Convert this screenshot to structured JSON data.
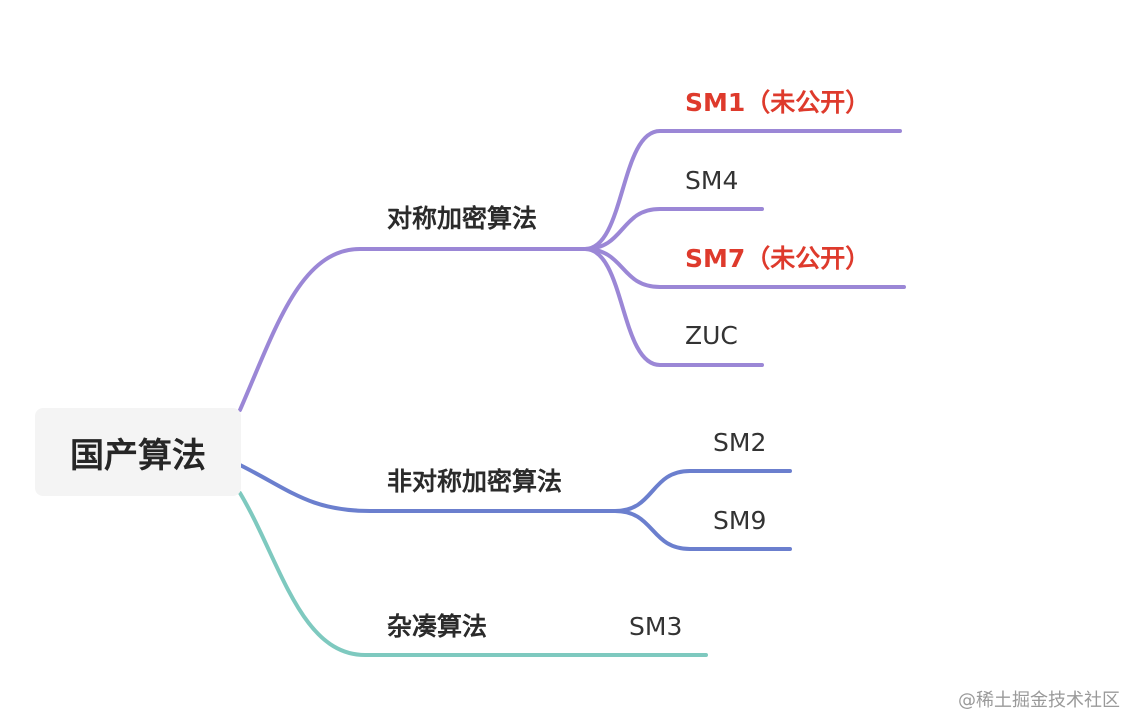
{
  "root": {
    "label": "国产算法"
  },
  "branches": [
    {
      "label": "对称加密算法",
      "color": "#9b87d6",
      "leaves": [
        {
          "label": "SM1（未公开）",
          "highlight": true
        },
        {
          "label": "SM4",
          "highlight": false
        },
        {
          "label": "SM7（未公开）",
          "highlight": true
        },
        {
          "label": "ZUC",
          "highlight": false
        }
      ]
    },
    {
      "label": "非对称加密算法",
      "color": "#6b7fce",
      "leaves": [
        {
          "label": "SM2",
          "highlight": false
        },
        {
          "label": "SM9",
          "highlight": false
        }
      ]
    },
    {
      "label": "杂凑算法",
      "color": "#7ec9bf",
      "leaves": [
        {
          "label": "SM3",
          "highlight": false
        }
      ]
    }
  ],
  "colors": {
    "highlight_text": "#de3a2c",
    "root_background": "#f4f4f4"
  },
  "watermark": "@稀土掘金技术社区"
}
